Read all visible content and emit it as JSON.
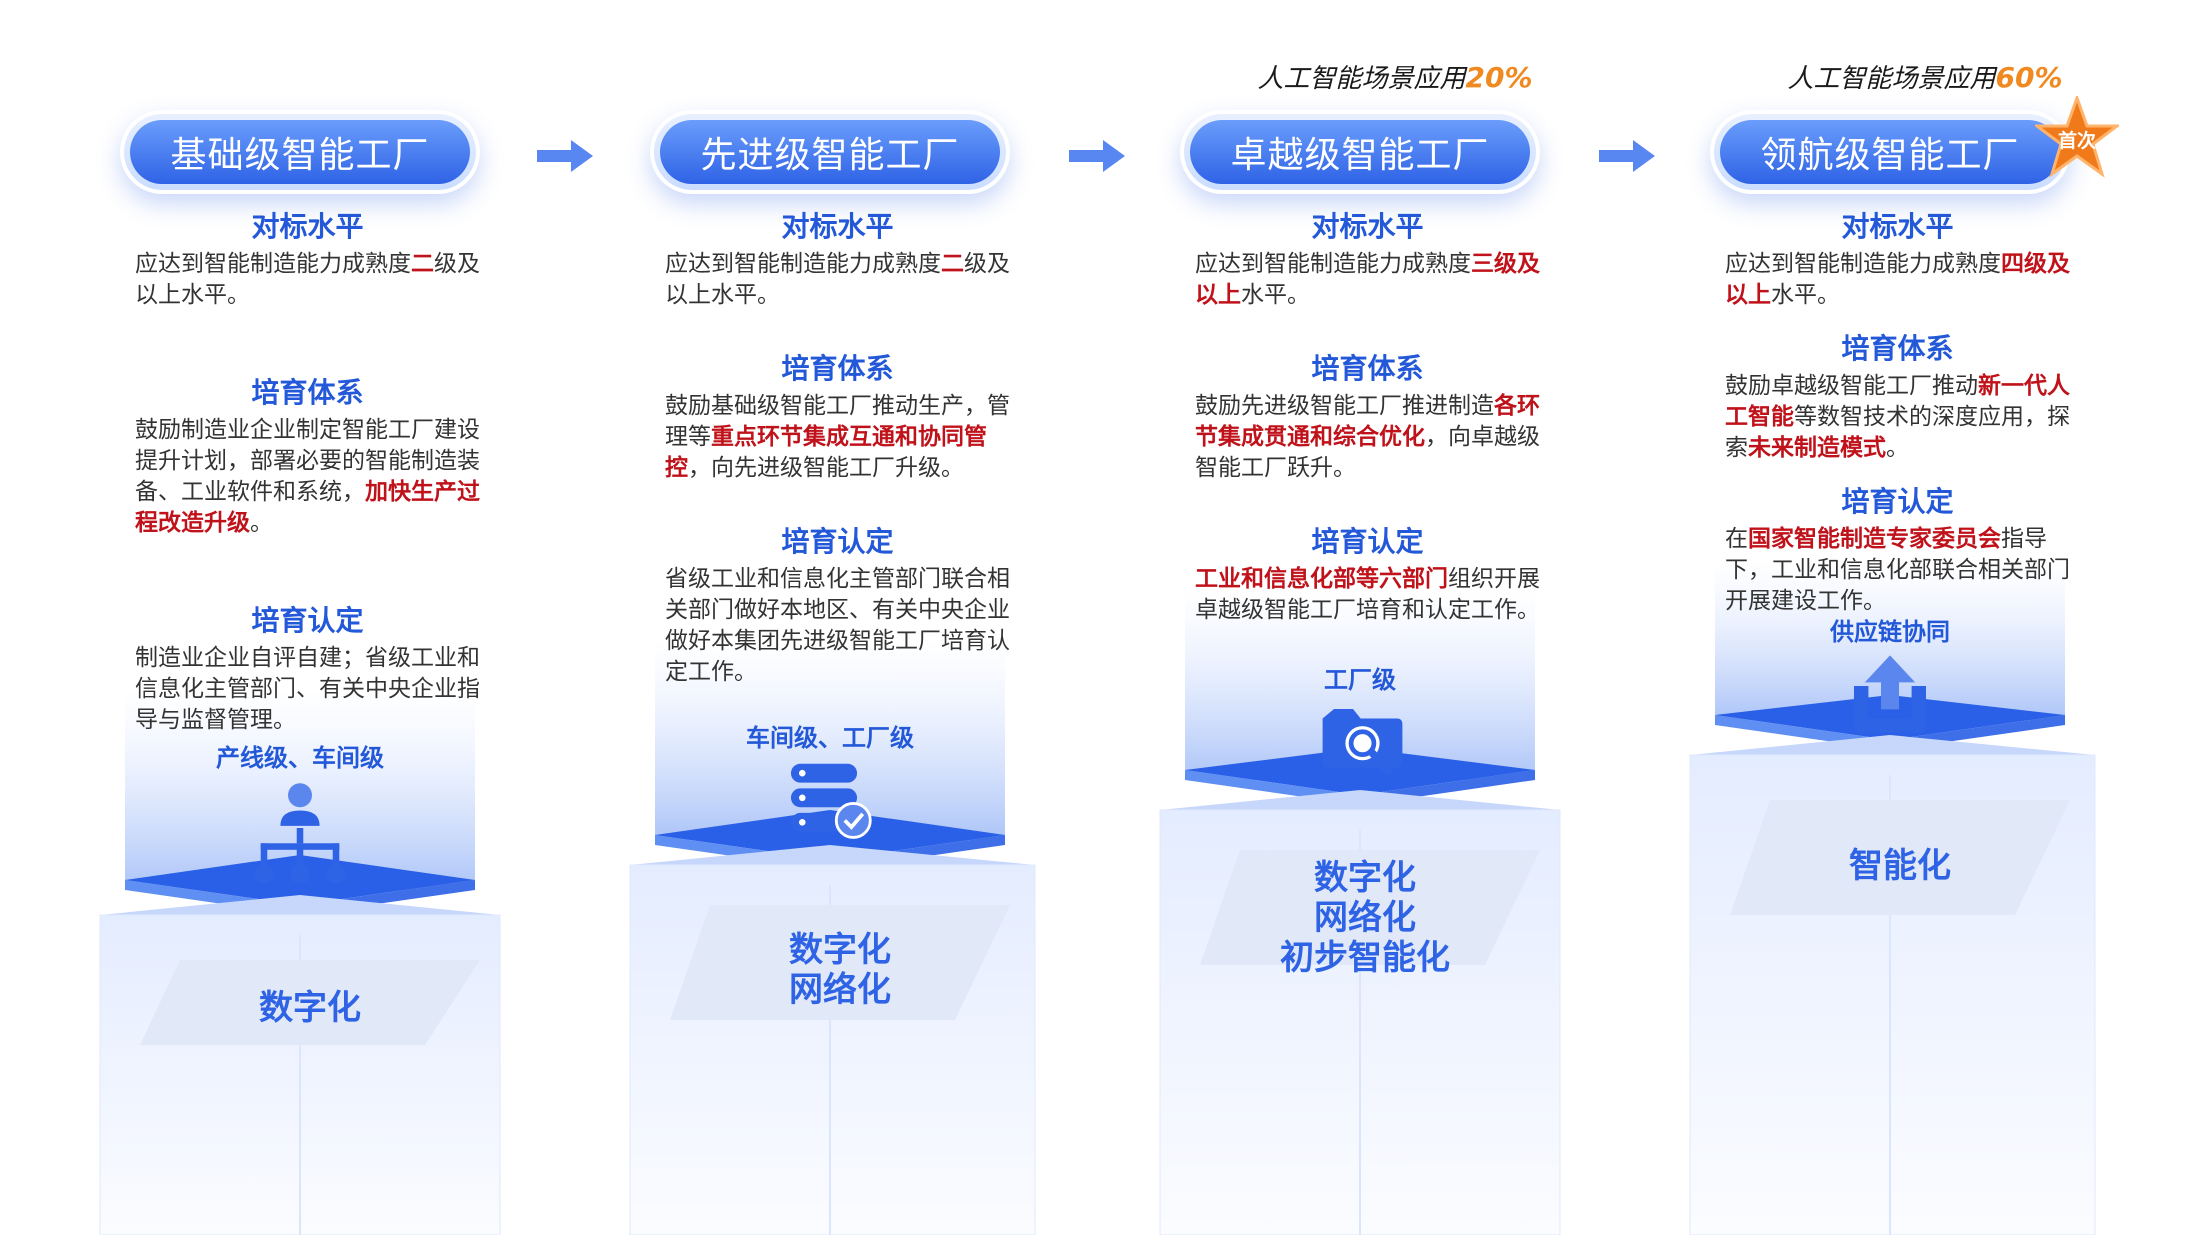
{
  "columns": [
    {
      "id": "basic",
      "title": "基础级智能工厂",
      "benchmark_title": "对标水平",
      "benchmark_pre": "应达到智能制造能力成熟度",
      "benchmark_hl": "二",
      "benchmark_post": "级及以上水平。",
      "cultivation_title": "培育体系",
      "cultivation_pre": "鼓励制造业企业制定智能工厂建设提升计划，部署必要的智能制造装备、工业软件和系统，",
      "cultivation_hl": "加快生产过程改造升级",
      "cultivation_post": "。",
      "cert_title": "培育认定",
      "cert_text": "制造业企业自评自建；省级工业和信息化主管部门、有关中央企业指导与监督管理。",
      "level_label": "产线级、车间级",
      "icon": "org-chart-user-icon",
      "stage_lines": [
        "数字化"
      ]
    },
    {
      "id": "advanced",
      "title": "先进级智能工厂",
      "benchmark_title": "对标水平",
      "benchmark_pre": "应达到智能制造能力成熟度",
      "benchmark_hl": "二",
      "benchmark_post": "级及以上水平。",
      "cultivation_title": "培育体系",
      "cultivation_pre": "鼓励基础级智能工厂推动生产，管理等",
      "cultivation_hl": "重点环节集成互通和协同管控",
      "cultivation_post": "，向先进级智能工厂升级。",
      "cert_title": "培育认定",
      "cert_text": "省级工业和信息化主管部门联合相关部门做好本地区、有关中央企业做好本集团先进级智能工厂培育认定工作。",
      "level_label": "车间级、工厂级",
      "icon": "server-check-icon",
      "stage_lines": [
        "数字化",
        "网络化"
      ]
    },
    {
      "id": "excellent",
      "title": "卓越级智能工厂",
      "ai_pre": "人工智能场景应用",
      "ai_pct": "20%",
      "benchmark_title": "对标水平",
      "benchmark_pre": "应达到智能制造能力成熟度",
      "benchmark_hl": "三级及以上",
      "benchmark_post": "水平。",
      "cultivation_title": "培育体系",
      "cultivation_pre": "鼓励先进级智能工厂推进制造",
      "cultivation_hl": "各环节集成贯通和综合优化",
      "cultivation_post": "，向卓越级智能工厂跃升。",
      "cert_title": "培育认定",
      "cert_hl": "工业和信息化部等六部门",
      "cert_post": "组织开展卓越级智能工厂培育和认定工作。",
      "level_label": "工厂级",
      "icon": "factory-search-icon",
      "stage_lines": [
        "数字化",
        "网络化",
        "初步智能化"
      ]
    },
    {
      "id": "leading",
      "title": "领航级智能工厂",
      "badge": "首次",
      "ai_pre": "人工智能场景应用",
      "ai_pct": "60%",
      "benchmark_title": "对标水平",
      "benchmark_pre": "应达到智能制造能力成熟度",
      "benchmark_hl": "四级及以上",
      "benchmark_post": "水平。",
      "cultivation_title": "培育体系",
      "cultivation_pre": "鼓励卓越级智能工厂推动",
      "cultivation_hl": "新一代人工智能",
      "cultivation_mid": "等数智技术的深度应用，探索",
      "cultivation_hl2": "未来制造模式",
      "cultivation_post": "。",
      "cert_title": "培育认定",
      "cert_pre": "在",
      "cert_hl": "国家智能制造专家委员会",
      "cert_post": "指导下，工业和信息化部联合相关部门开展建设工作。",
      "level_label": "供应链协同",
      "icon": "upload-tray-icon",
      "stage_lines": [
        "智能化"
      ]
    }
  ],
  "colors": {
    "accent_blue": "#2358d9",
    "highlight_red": "#c0121a",
    "percent_orange": "#f08a20"
  }
}
